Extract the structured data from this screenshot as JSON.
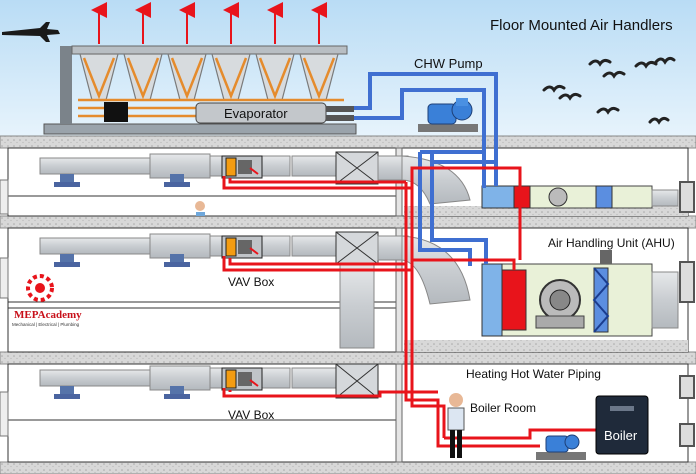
{
  "labels": {
    "title": "Floor Mounted Air Handlers",
    "chw_pump": "CHW Pump",
    "evaporator": "Evaporator",
    "ahu": "Air Handling Unit (AHU)",
    "vav_box_1": "VAV Box",
    "vav_box_2": "VAV Box",
    "heating_piping": "Heating Hot Water Piping",
    "boiler_room": "Boiler Room",
    "boiler": "Boiler"
  },
  "logo": {
    "name": "MEPAcademy",
    "tagline": "Mechanical | Electrical | Plumbing"
  },
  "colors": {
    "sky": "#cfe6f7",
    "chilled_water": "#3f6fd1",
    "hot_water": "#e8141b",
    "slab": "#d9d9d9",
    "duct": "#cdd1d6"
  }
}
